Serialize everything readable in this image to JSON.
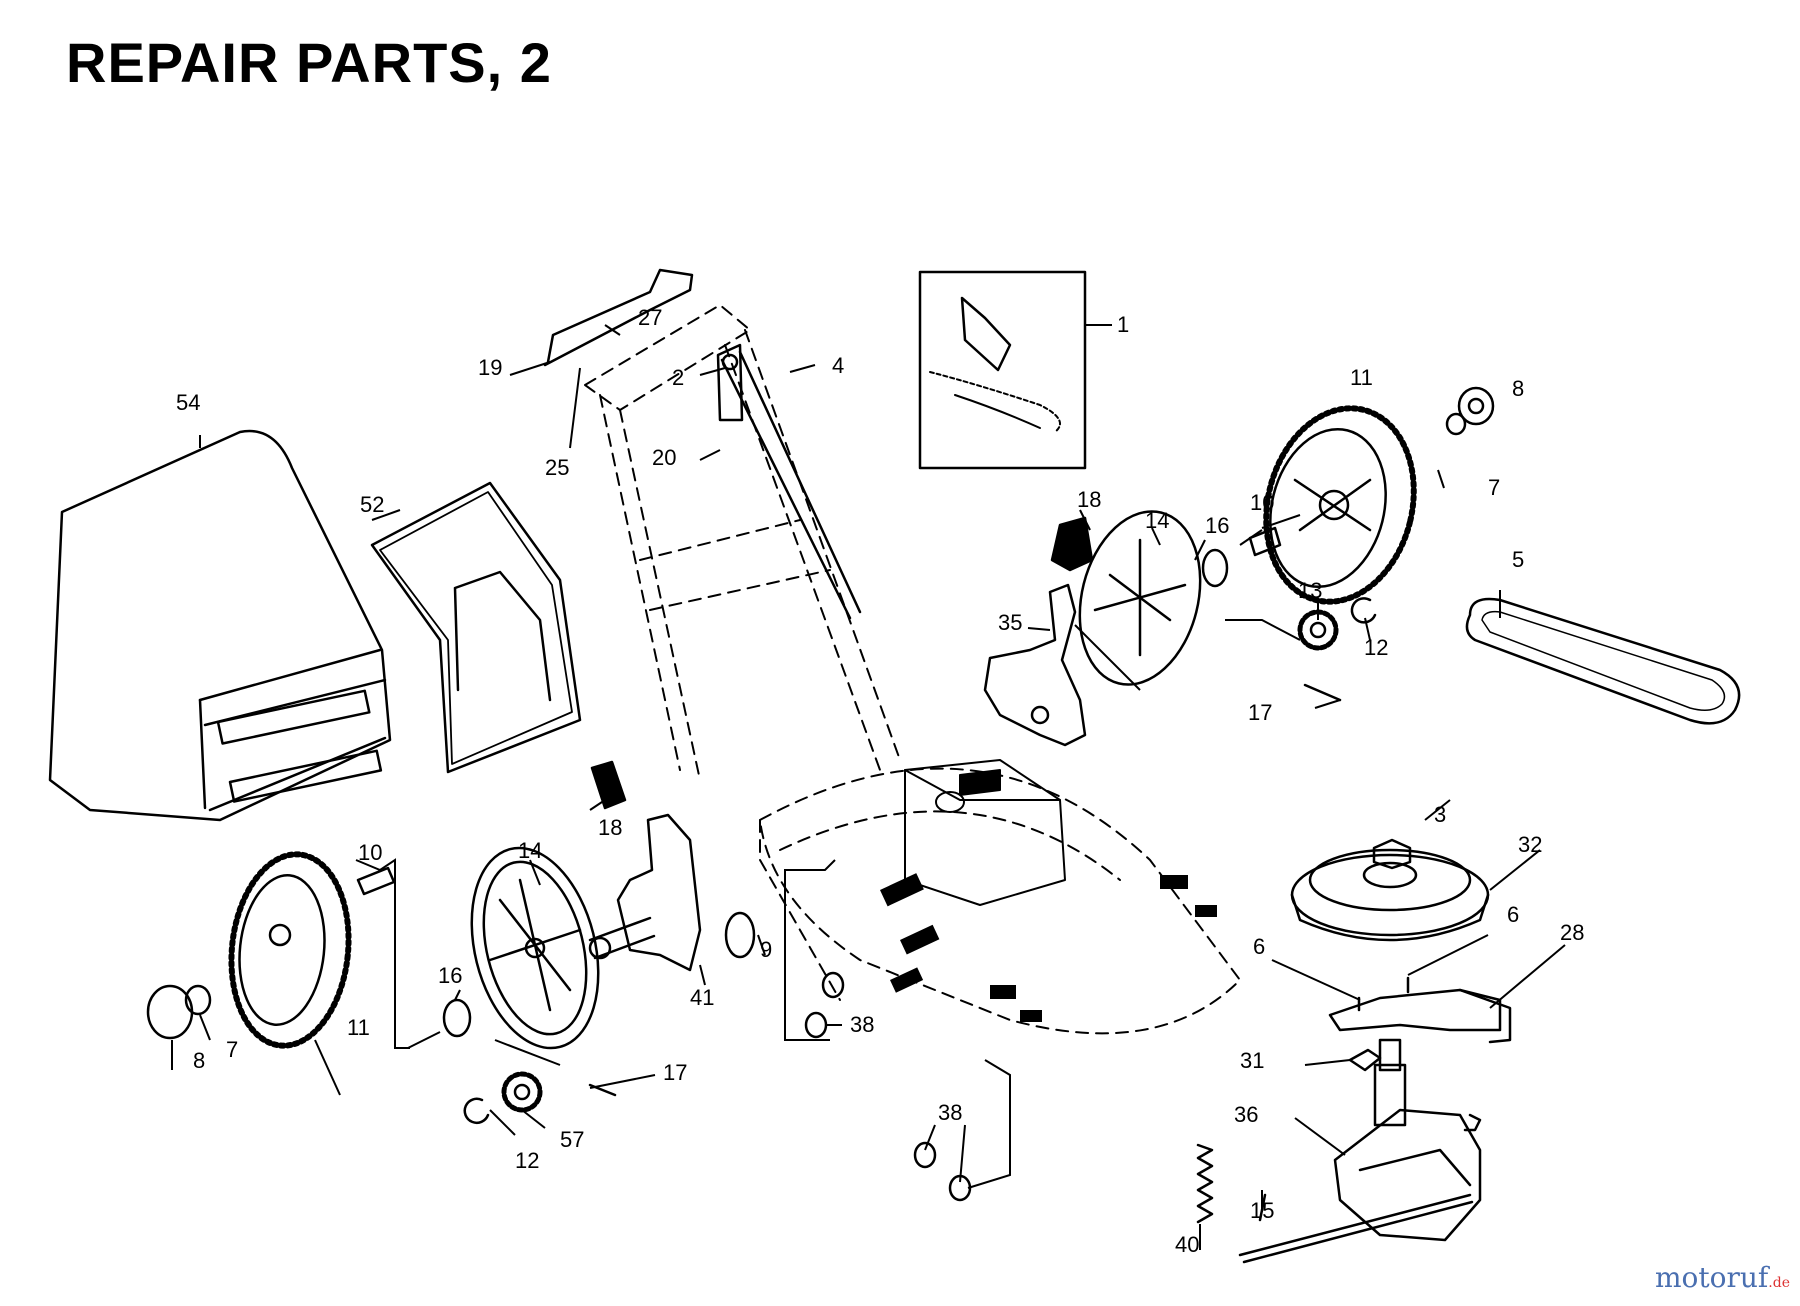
{
  "title": "REPAIR PARTS, 2",
  "watermark": {
    "main": "motoruf",
    "tld": ".de"
  },
  "callouts": [
    "1",
    "2",
    "3",
    "4",
    "5",
    "6",
    "6",
    "7",
    "7",
    "8",
    "8",
    "9",
    "10",
    "10",
    "11",
    "11",
    "12",
    "12",
    "13",
    "14",
    "14",
    "15",
    "16",
    "16",
    "17",
    "17",
    "18",
    "18",
    "19",
    "20",
    "25",
    "27",
    "28",
    "31",
    "32",
    "35",
    "36",
    "38",
    "38",
    "40",
    "41",
    "52",
    "54",
    "57"
  ]
}
